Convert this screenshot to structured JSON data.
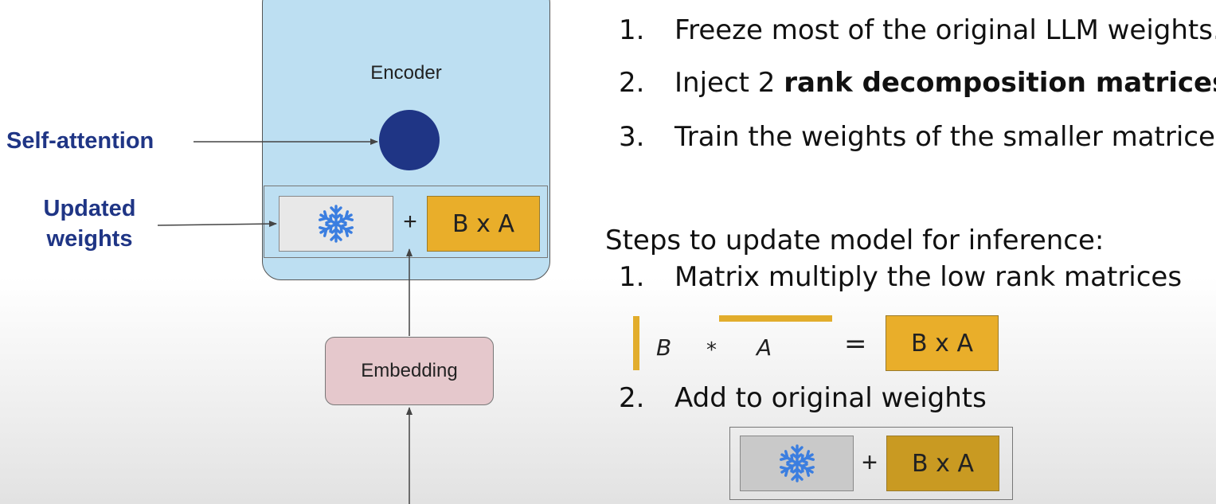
{
  "diagram": {
    "encoder_label": "Encoder",
    "self_attention_label": "Self-attention",
    "updated_weights_label_line1": "Updated",
    "updated_weights_label_line2": "weights",
    "plus": "+",
    "bxa_label": "B x A",
    "embedding_label": "Embedding",
    "frozen_icon": "snowflake-icon"
  },
  "steps": [
    {
      "num": "1.",
      "text": "Freeze most of the original LLM weights."
    },
    {
      "num": "2.",
      "text_prefix": "Inject 2 ",
      "text_bold": "rank decomposition matrices"
    },
    {
      "num": "3.",
      "text": "Train the weights of the smaller matrices"
    }
  ],
  "inference": {
    "title": "Steps to update model for inference:",
    "step1_num": "1.",
    "step1_text": "Matrix multiply the low rank matrices",
    "step2_num": "2.",
    "step2_text": "Add to original weights"
  },
  "equation": {
    "b": "B",
    "star": "*",
    "a": "A",
    "equals": "=",
    "result": "B x A"
  },
  "colors": {
    "encoder_fill": "#bddff2",
    "attention_dot": "#1f3585",
    "label_blue": "#1f3585",
    "matrix_gold": "#e9ae2a",
    "embedding_fill": "#e5c8cc",
    "snowflake": "#3b7ee0"
  }
}
